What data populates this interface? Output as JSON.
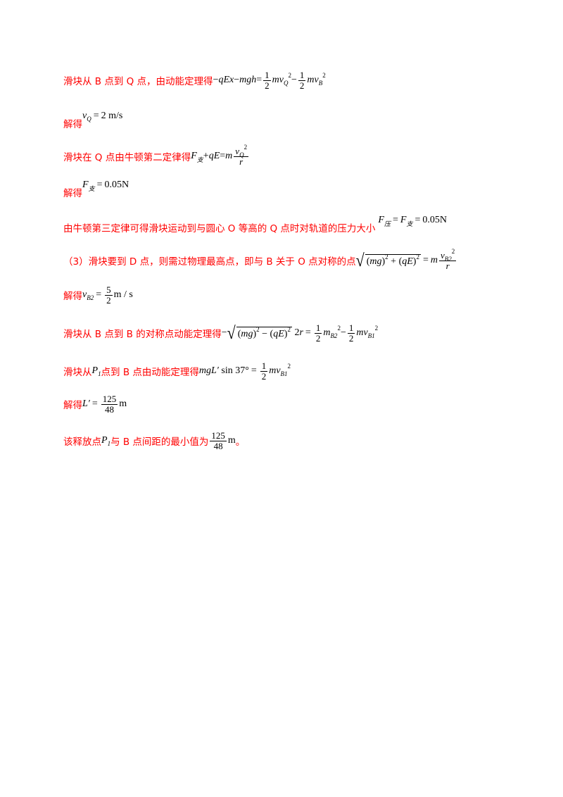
{
  "lines": {
    "l1": "滑块从 B 点到 Q 点，由动能定理得",
    "l2": "解得",
    "l3": "滑块在 Q 点由牛顿第二定律得",
    "l4": "解得",
    "l5": "由牛顿第三定律可得滑块运动到与圆心 O 等高的 Q 点时对轨道的压力大小",
    "l6": "（3）滑块要到 D 点，则需过物理最高点，即与 B 关于 O 点对称的点",
    "l7": "解得",
    "l8": "滑块从 B 点到 B 的对称点动能定理得",
    "l9a": "滑块从",
    "l9b": "点到 B 点由动能定理得",
    "l10": "解得",
    "l11a": "该释放点",
    "l11b": "与 B 点间距的最小值为",
    "l11c": "。"
  },
  "values": {
    "vQ": "2 m/s",
    "F": "0.05N",
    "vB2_num": "5",
    "vB2_den": "2",
    "vB2_unit": "m / s",
    "L_num": "125",
    "L_den": "48",
    "L_unit": "m",
    "sin": "sin 37°"
  }
}
